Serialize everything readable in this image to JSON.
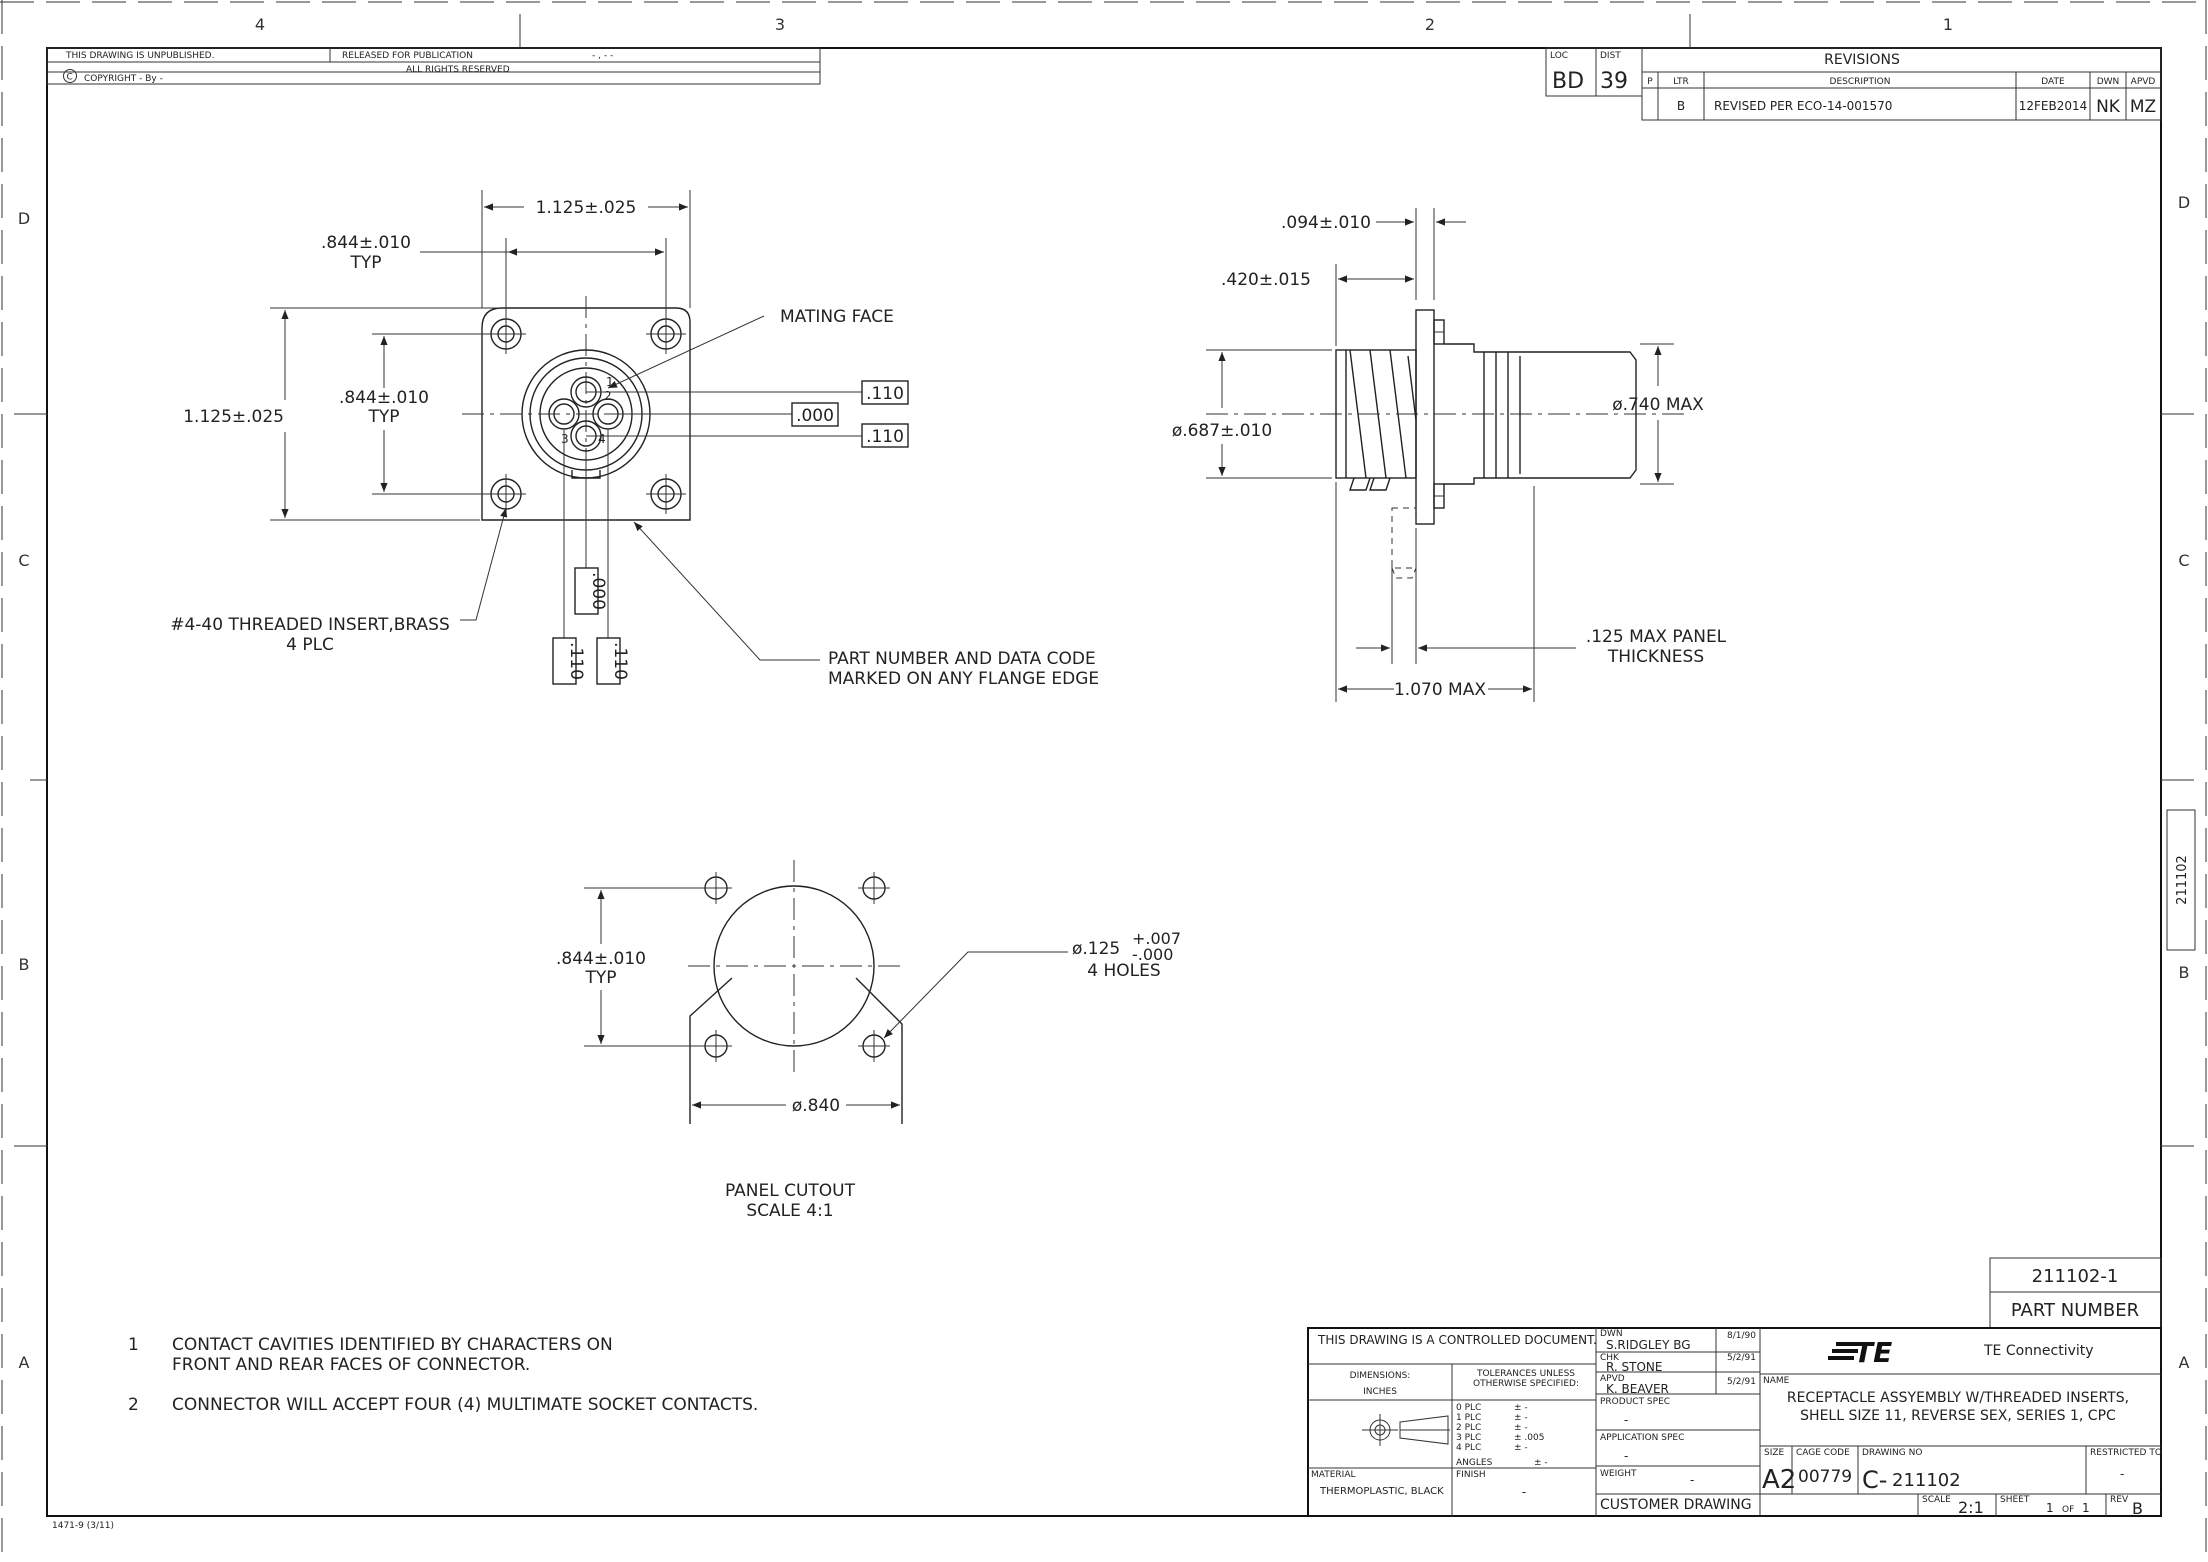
{
  "zones": {
    "columns": [
      "4",
      "3",
      "2",
      "1"
    ],
    "rows": [
      "D",
      "C",
      "B",
      "A"
    ]
  },
  "header_block": {
    "unpublished": "THIS DRAWING IS UNPUBLISHED.",
    "released": "RELEASED FOR PUBLICATION",
    "released_value": "- , -  -",
    "copyright": "COPYRIGHT  -    By  -",
    "rights": "ALL RIGHTS RESERVED"
  },
  "loc_dist": {
    "loc_label": "LOC",
    "dist_label": "DIST",
    "loc": "BD",
    "dist": "39"
  },
  "revisions": {
    "title": "REVISIONS",
    "headers": {
      "p": "P",
      "ltr": "LTR",
      "description": "DESCRIPTION",
      "date": "DATE",
      "dwn": "DWN",
      "apvd": "APVD"
    },
    "rows": [
      {
        "ltr": "B",
        "description": "REVISED PER ECO-14-001570",
        "date": "12FEB2014",
        "dwn": "NK",
        "apvd": "MZ"
      }
    ]
  },
  "front_view": {
    "dim_width": "1.125±.025",
    "dim_hole_x": ".844±.010",
    "dim_hole_x_typ": "TYP",
    "dim_height": "1.125±.025",
    "dim_hole_y": ".844±.010",
    "dim_hole_y_typ": "TYP",
    "mating_face": "MATING FACE",
    "box_110_a": ".110",
    "box_000_a": ".000",
    "box_110_b": ".110",
    "box_000_v": ".000",
    "box_110_v1": ".110",
    "box_110_v2": ".110",
    "cavities": [
      "1",
      "2",
      "3",
      "4"
    ],
    "insert_note": "#4-40 THREADED INSERT,BRASS",
    "insert_plc": "4 PLC",
    "part_note_1": "PART NUMBER AND DATA CODE",
    "part_note_2": "MARKED ON ANY FLANGE EDGE"
  },
  "side_view": {
    "dim_094": ".094±.010",
    "dim_420": ".420±.015",
    "dim_687": "ø.687±.010",
    "dim_740": "ø.740  MAX",
    "panel_1": ".125  MAX  PANEL",
    "panel_2": "THICKNESS",
    "dim_1070": "1.070  MAX"
  },
  "cutout": {
    "dim_844": ".844±.010",
    "dim_844_typ": "TYP",
    "hole_dia": "ø.125",
    "hole_tol_plus": "+.007",
    "hole_tol_minus": "-.000",
    "holes": "4  HOLES",
    "dim_840": "ø.840",
    "title": "PANEL  CUTOUT",
    "scale": "SCALE  4:1"
  },
  "notes": [
    {
      "num": "1",
      "line1": "CONTACT  CAVITIES  IDENTIFIED  BY  CHARACTERS  ON",
      "line2": "FRONT  AND  REAR  FACES  OF  CONNECTOR."
    },
    {
      "num": "2",
      "line1": "CONNECTOR  WILL  ACCEPT  FOUR  (4)  MULTIMATE  SOCKET  CONTACTS.",
      "line2": ""
    }
  ],
  "side_tab": "211102",
  "part_number_block": {
    "value": "211102-1",
    "label": "PART  NUMBER"
  },
  "title_block": {
    "controlled": "THIS DRAWING IS A CONTROLLED DOCUMENT.",
    "dimensions_label": "DIMENSIONS:",
    "dimensions_value": "INCHES",
    "tolerances_label_1": "TOLERANCES UNLESS",
    "tolerances_label_2": "OTHERWISE SPECIFIED:",
    "tolerance_rows": [
      {
        "plc": "0 PLC",
        "val": "±  -"
      },
      {
        "plc": "1 PLC",
        "val": "±  -"
      },
      {
        "plc": "2 PLC",
        "val": "±  -"
      },
      {
        "plc": "3 PLC",
        "val": "±  .005"
      },
      {
        "plc": "4 PLC",
        "val": "±  -"
      },
      {
        "plc": "ANGLES",
        "val": "±  -"
      }
    ],
    "material_label": "MATERIAL",
    "material_value": "THERMOPLASTIC, BLACK",
    "finish_label": "FINISH",
    "finish_value": "-",
    "dwn_label": "DWN",
    "dwn_value": "S.RIDGLEY  BG",
    "dwn_date": "8/1/90",
    "chk_label": "CHK",
    "chk_value": "R. STONE",
    "chk_date": "5/2/91",
    "apvd_label": "APVD",
    "apvd_value": "K. BEAVER",
    "apvd_date": "5/2/91",
    "product_spec_label": "PRODUCT SPEC",
    "product_spec_value": "-",
    "application_spec_label": "APPLICATION SPEC",
    "application_spec_value": "-",
    "weight_label": "WEIGHT",
    "weight_value": "-",
    "customer_drawing": "CUSTOMER  DRAWING",
    "logo_text": "TE",
    "company": "TE  Connectivity",
    "name_label": "NAME",
    "name_line1": "RECEPTACLE  ASSYEMBLY  W/THREADED  INSERTS,",
    "name_line2": "SHELL  SIZE  11,  REVERSE  SEX,  SERIES  1,  CPC",
    "size_label": "SIZE",
    "size_value": "A2",
    "cage_label": "CAGE CODE",
    "cage_value": "00779",
    "drawing_no_label": "DRAWING NO",
    "drawing_no_prefix": "C-",
    "drawing_no_value": "211102",
    "restricted_label": "RESTRICTED TO",
    "restricted_value": "-",
    "scale_label": "SCALE",
    "scale_value": "2:1",
    "sheet_label": "SHEET",
    "sheet_value": "1",
    "sheet_of": "OF",
    "sheet_total": "1",
    "rev_label": "REV",
    "rev_value": "B"
  },
  "form_code": "1471-9  (3/11)"
}
